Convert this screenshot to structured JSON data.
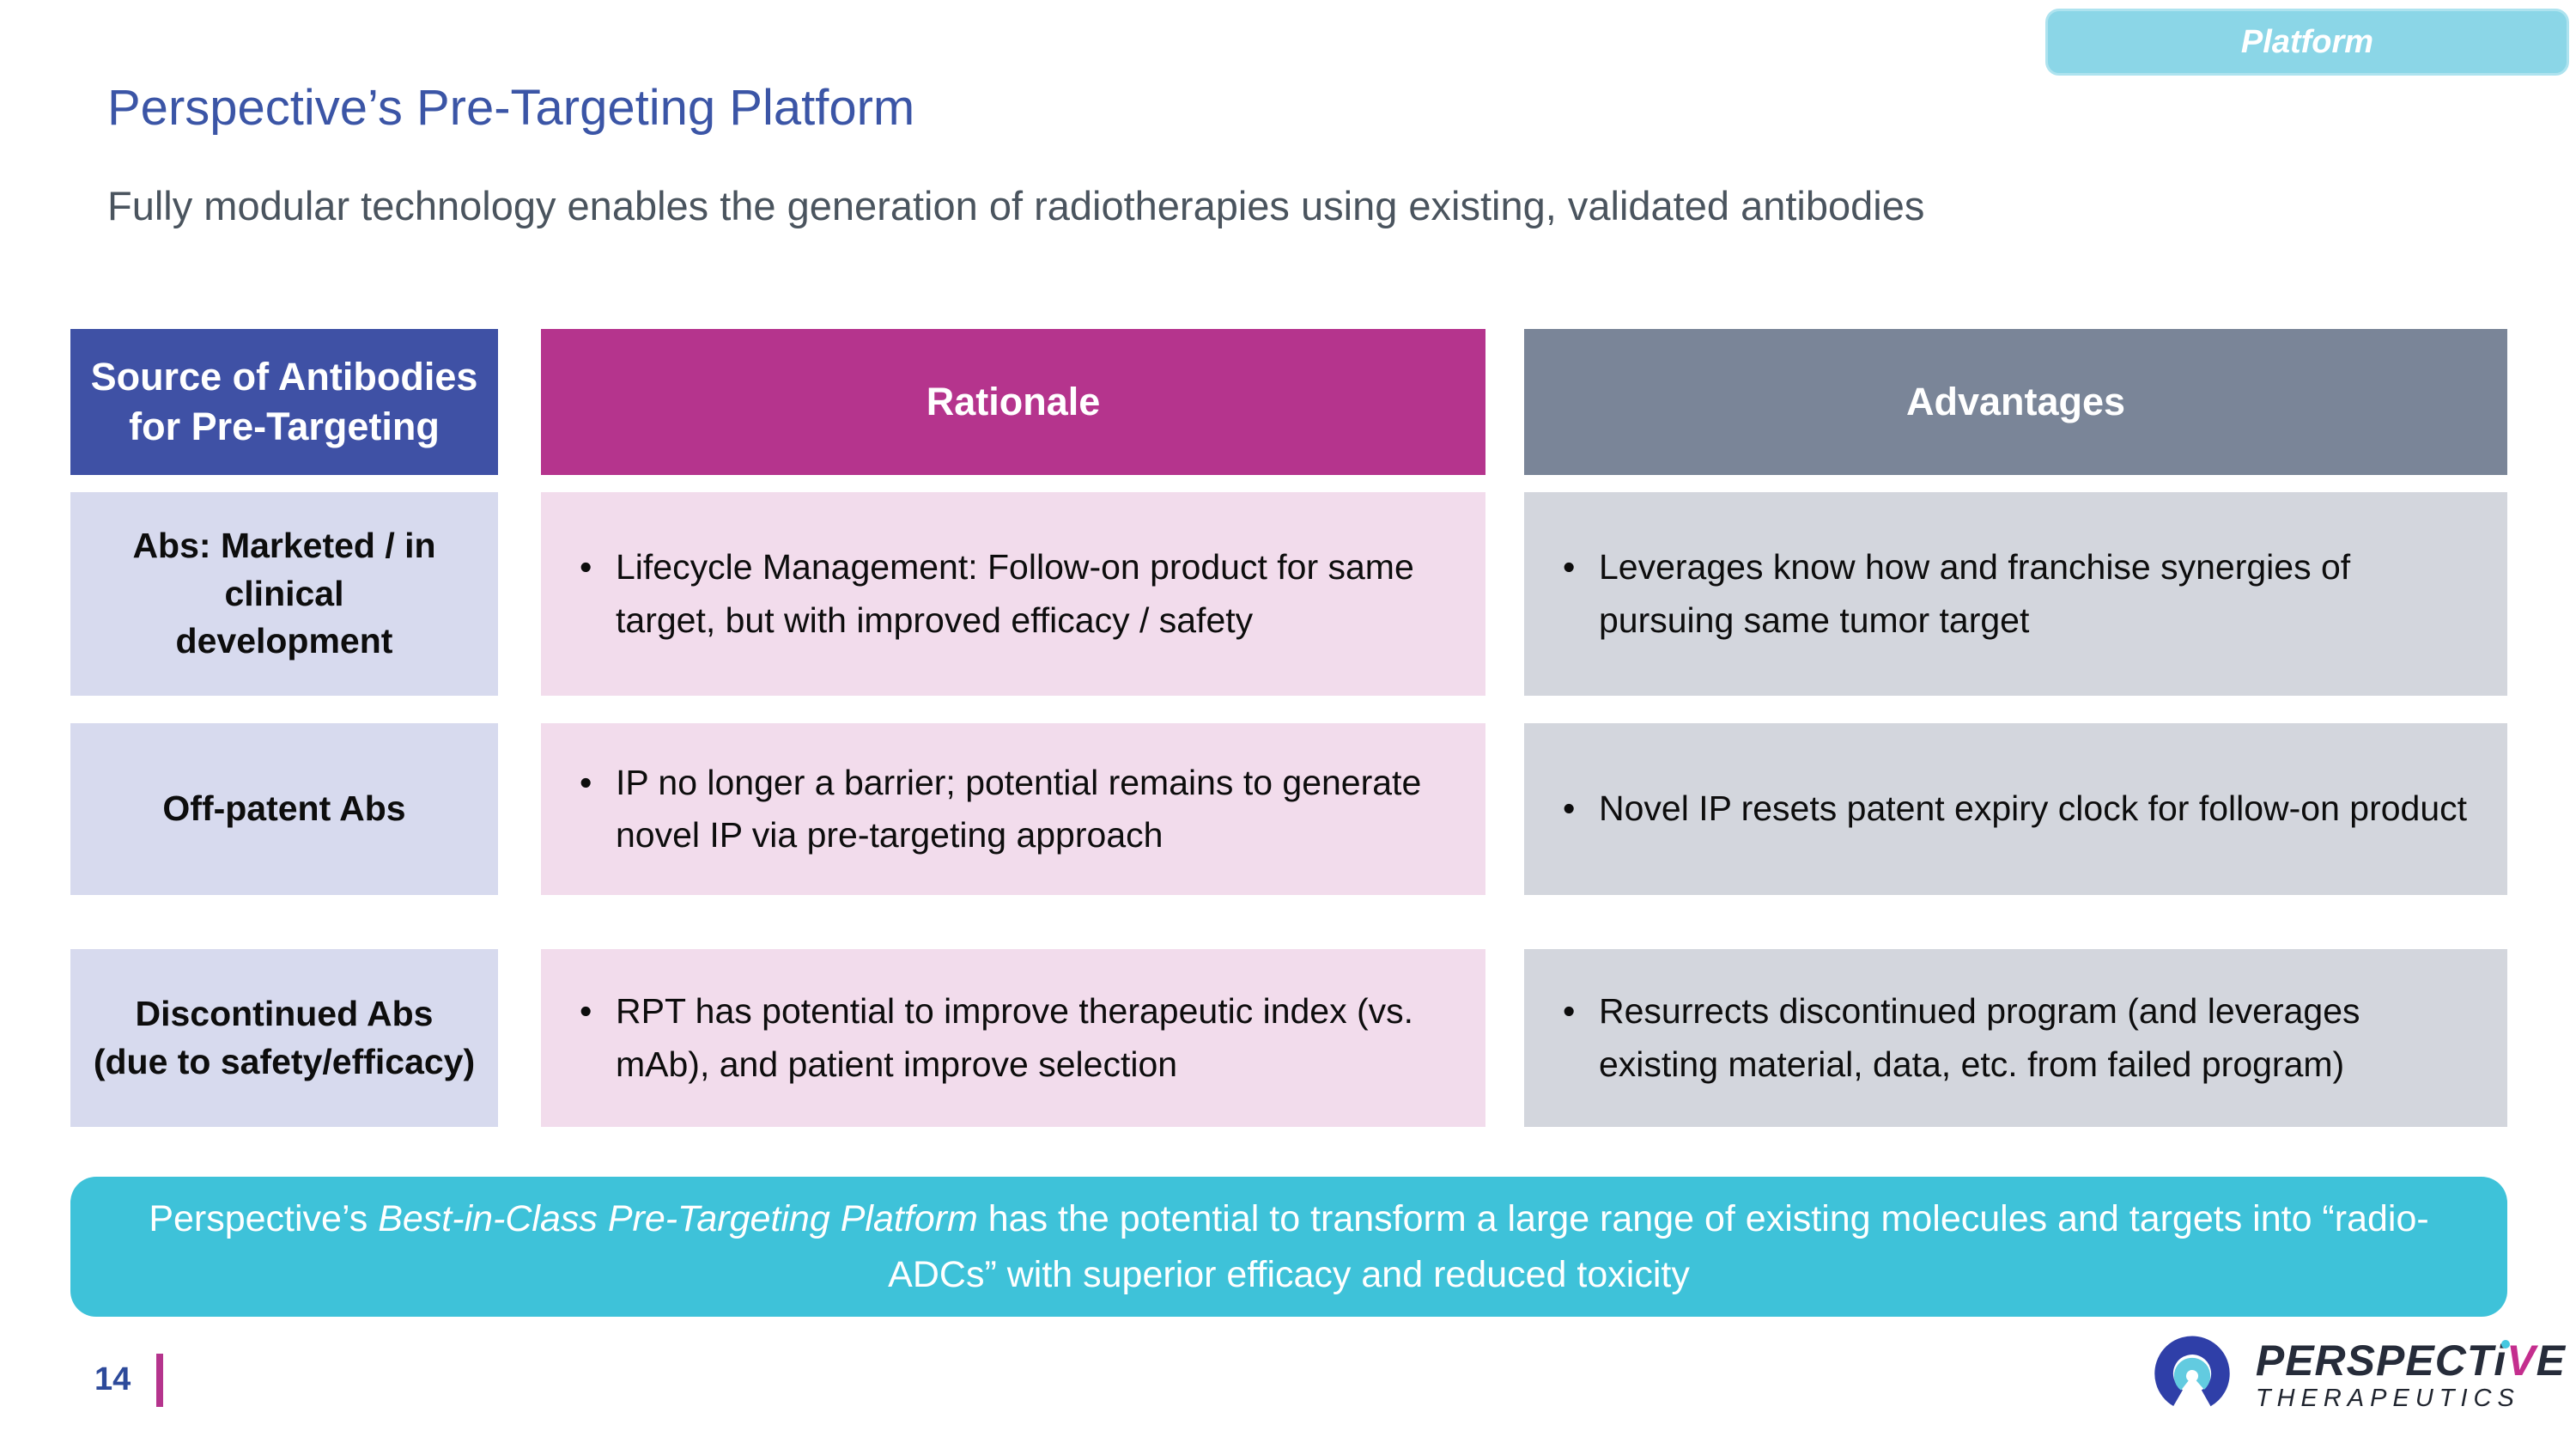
{
  "badge": {
    "label": "Platform"
  },
  "header": {
    "title": "Perspective’s Pre-Targeting Platform",
    "subtitle": "Fully modular technology enables the generation of radiotherapies using existing, validated antibodies"
  },
  "table": {
    "columns": [
      {
        "label": "Source of Antibodies\nfor Pre-Targeting",
        "color": "#3f51a5"
      },
      {
        "label": "Rationale",
        "color": "#b5348d"
      },
      {
        "label": "Advantages",
        "color": "#7a8598"
      }
    ],
    "rows": [
      {
        "source": "Abs: Marketed / in clinical\ndevelopment",
        "rationale": "Lifecycle Management: Follow-on product for same target, but with improved efficacy / safety",
        "advantage": "Leverages know how and franchise synergies of pursuing same tumor target"
      },
      {
        "source": "Off-patent Abs",
        "rationale": "IP no longer a barrier; potential remains to generate novel IP via pre-targeting approach",
        "advantage": "Novel IP resets patent expiry clock for follow-on product"
      },
      {
        "source": "Discontinued Abs\n(due to safety/efficacy)",
        "rationale": "RPT has potential to improve therapeutic index (vs. mAb), and patient improve selection",
        "advantage": "Resurrects discontinued program (and leverages existing material, data, etc. from failed program)"
      }
    ]
  },
  "banner": {
    "prefix": "Perspective’s ",
    "italic": "Best-in-Class Pre-Targeting Platform",
    "suffix": " has the potential to transform a large range of existing molecules and targets into “radio-ADCs” with superior efficacy and reduced toxicity"
  },
  "footer": {
    "page_number": "14",
    "logo": {
      "part1": "PERSPECT",
      "i": "i",
      "v": "V",
      "part2": "E",
      "sub": "THERAPEUTICS"
    }
  },
  "colors": {
    "badge_cyan": "#8bd6e7",
    "title_blue": "#3b55a6",
    "subtitle_gray": "#4a545e",
    "header_blue": "#3f51a5",
    "header_magenta": "#b5348d",
    "header_slate": "#7a8598",
    "cell_lavender": "#d7daee",
    "cell_pink": "#f2dcec",
    "cell_gray": "#d3d6dd",
    "banner_cyan": "#3ec2d9",
    "page_number_blue": "#2d4a9a",
    "accent_bar_magenta": "#b5348d",
    "logo_navy": "#2f3fa8",
    "logo_cyan": "#62cbe0",
    "logo_magenta": "#c42e8e",
    "body_text": "#0d0d0d"
  }
}
